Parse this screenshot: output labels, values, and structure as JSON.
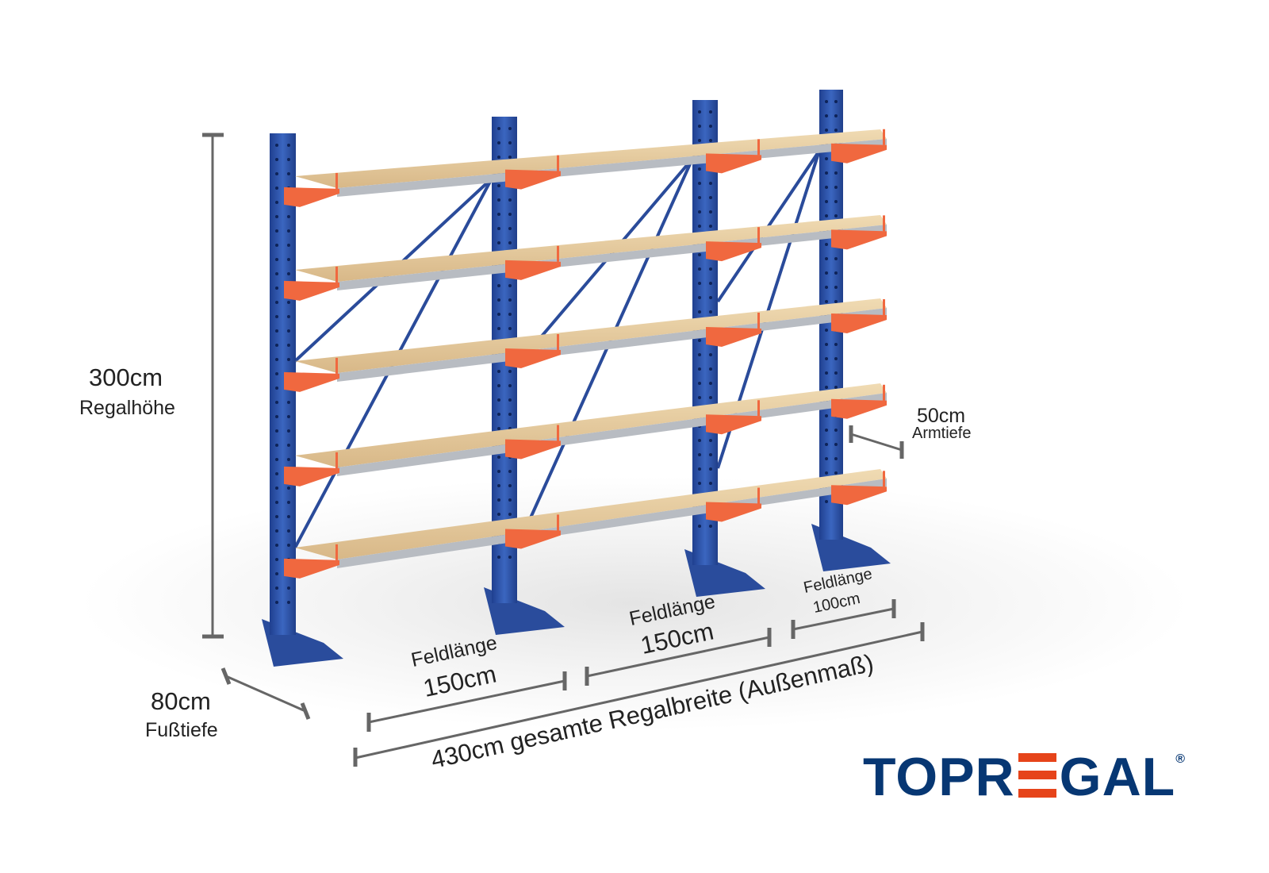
{
  "dimensions": {
    "height_value": "300cm",
    "height_label": "Regalhöhe",
    "foot_depth_value": "80cm",
    "foot_depth_label": "Fußtiefe",
    "arm_depth_value": "50cm",
    "arm_depth_label": "Armtiefe",
    "fields": [
      {
        "label": "Feldlänge",
        "value": "150cm"
      },
      {
        "label": "Feldlänge",
        "value": "150cm"
      },
      {
        "label": "Feldlänge",
        "value": "100cm"
      }
    ],
    "total_width": "430cm gesamte Regalbreite  (Außenmaß)"
  },
  "logo": {
    "text_left": "TOPR",
    "text_right": "GAL",
    "registered": "®",
    "full": "TOPREGAL"
  },
  "colors": {
    "column": "#2d55a8",
    "arm": "#f0683f",
    "shelf": "#e3c79a",
    "logo_blue": "#073773",
    "logo_orange": "#e6441a"
  }
}
